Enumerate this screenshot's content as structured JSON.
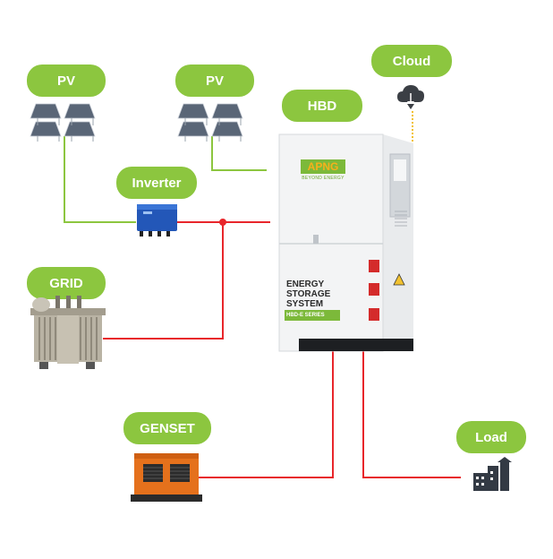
{
  "labels": {
    "pv1": "PV",
    "pv2": "PV",
    "cloud": "Cloud",
    "hbd": "HBD",
    "inverter": "Inverter",
    "grid": "GRID",
    "genset": "GENSET",
    "load": "Load"
  },
  "cabinet": {
    "brand": "APNG",
    "tagline": "BEYOND ENERGY",
    "title_line1": "ENERGY",
    "title_line2": "STORAGE",
    "title_line3": "SYSTEM",
    "series": "HBD-E SERIES"
  },
  "colors": {
    "accent_green": "#8cc63f",
    "ac_line_red": "#e8262b",
    "pv_line_green": "#8cc63f",
    "cloud_line_yellow": "#f2c230"
  }
}
